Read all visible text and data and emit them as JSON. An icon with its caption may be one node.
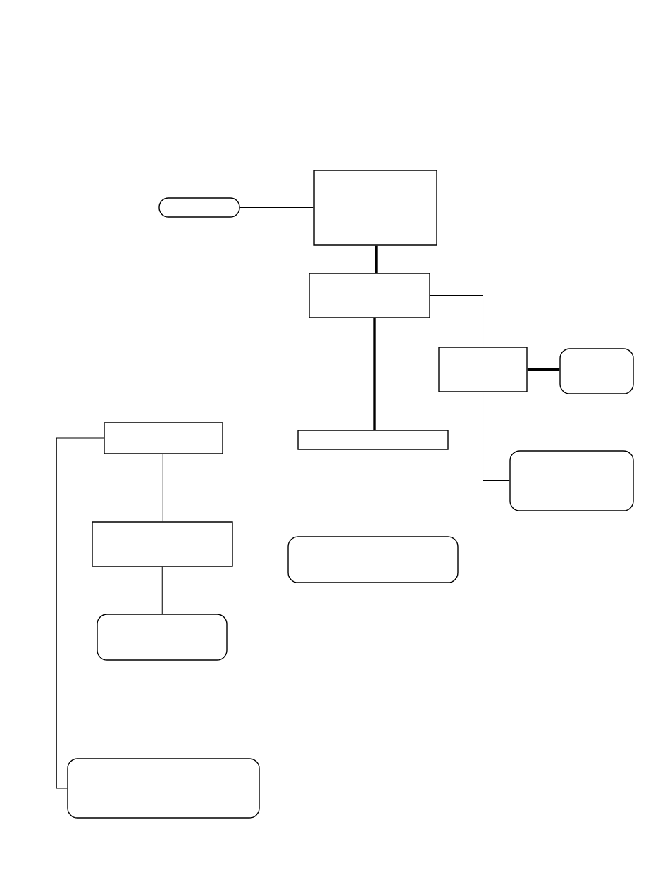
{
  "diagram": {
    "nodes": [
      {
        "text": [],
        "shape": "pill"
      },
      {
        "text": [],
        "shape": "box"
      },
      {
        "text": [],
        "shape": "box"
      },
      {
        "text": [],
        "shape": "box"
      },
      {
        "text": [],
        "shape": "rounded-box"
      },
      {
        "text": [],
        "shape": "box"
      },
      {
        "text": [],
        "shape": "box"
      },
      {
        "text": [],
        "shape": "rounded-box"
      },
      {
        "text": [],
        "shape": "box"
      },
      {
        "text": [],
        "shape": "rounded-box"
      },
      {
        "text": [],
        "shape": "rounded-box"
      },
      {
        "text": [],
        "shape": "rounded-box"
      }
    ],
    "edges": [
      {
        "from": 0,
        "to": 1,
        "arrow": "none"
      },
      {
        "from": 1,
        "to": 2,
        "arrow": "none",
        "style": "thick"
      },
      {
        "from": 2,
        "to": 3,
        "arrow": "none"
      },
      {
        "from": 2,
        "to": 6,
        "arrow": "none",
        "style": "thick"
      },
      {
        "from": 3,
        "to": 4,
        "arrow": "none",
        "style": "thick"
      },
      {
        "from": 3,
        "to": 7,
        "arrow": "none"
      },
      {
        "from": 6,
        "to": 5,
        "arrow": "none"
      },
      {
        "from": 5,
        "to": 8,
        "arrow": "none"
      },
      {
        "from": 5,
        "to": 11,
        "arrow": "none"
      },
      {
        "from": 6,
        "to": 9,
        "arrow": "none"
      },
      {
        "from": 8,
        "to": 10,
        "arrow": "none"
      }
    ]
  }
}
